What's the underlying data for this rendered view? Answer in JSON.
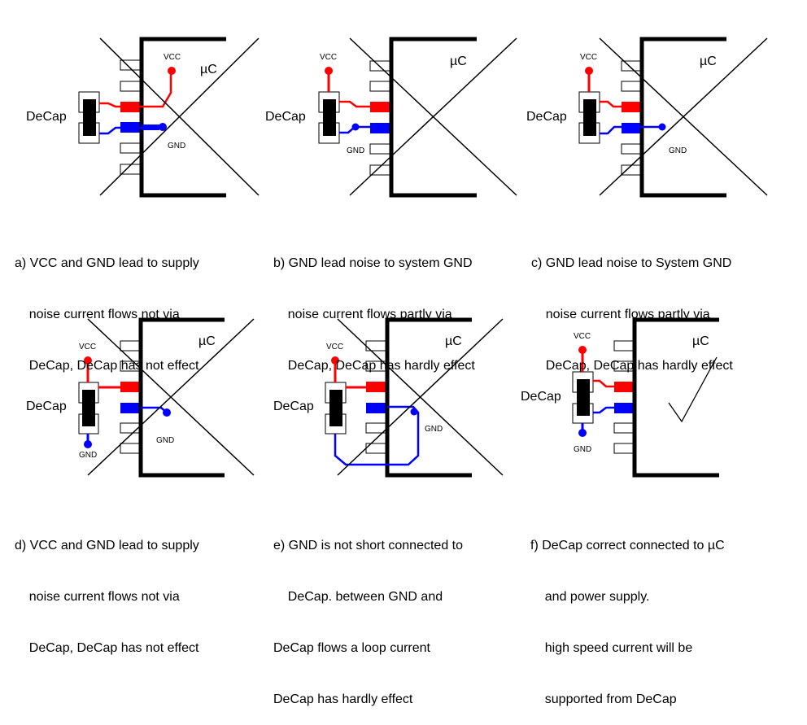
{
  "title": "Decoupling capacitor placement examples",
  "colors": {
    "vcc": "#ff0000",
    "gnd": "#0000ff",
    "outline": "#000000"
  },
  "labels": {
    "decap": "DeCap",
    "uc": "µC",
    "vcc": "VCC",
    "gnd": "GND"
  },
  "panels": [
    {
      "id": "a",
      "verdict": "crossed",
      "caption": [
        "a) VCC and GND lead to supply",
        "    noise current flows not via",
        "    DeCap, DeCap has not effect"
      ]
    },
    {
      "id": "b",
      "verdict": "crossed",
      "caption": [
        "b) GND lead noise to system GND",
        "    noise current flows partly via",
        "    DeCap, DeCap has hardly effect"
      ]
    },
    {
      "id": "c",
      "verdict": "crossed",
      "caption": [
        "c) GND lead noise to System GND",
        "    noise current flows partly via",
        "    DeCap, DeCap has hardly effect"
      ]
    },
    {
      "id": "d",
      "verdict": "crossed",
      "caption": [
        "d) VCC and GND lead to supply",
        "    noise current flows not via",
        "    DeCap, DeCap has not effect"
      ]
    },
    {
      "id": "e",
      "verdict": "crossed",
      "caption": [
        "e) GND is not short connected to",
        "    DeCap. between GND and",
        "DeCap flows a loop current",
        "DeCap has hardly effect"
      ]
    },
    {
      "id": "f",
      "verdict": "check",
      "caption": [
        "f) DeCap correct connected to µC",
        "    and power supply.",
        "    high speed current will be",
        "    supported from DeCap"
      ]
    }
  ]
}
